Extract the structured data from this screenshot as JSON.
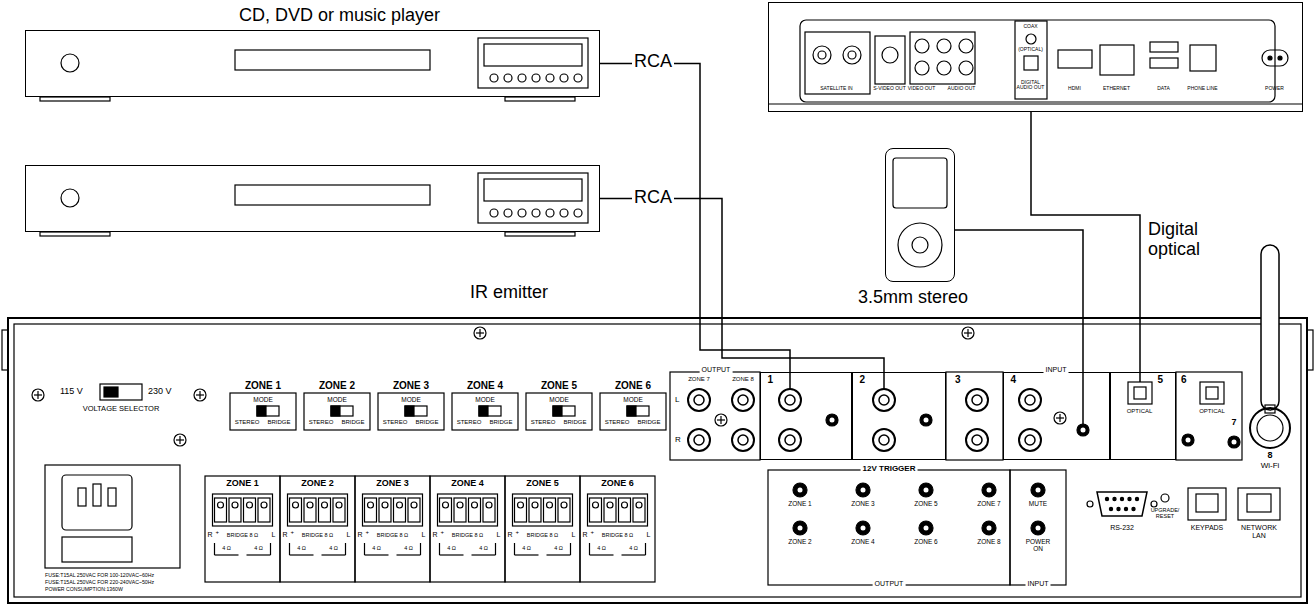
{
  "diagram": {
    "nodes": [
      {
        "text": [
          "CD, DVD or music player"
        ]
      },
      {
        "text": []
      },
      {
        "text": [
          "SATELLITE IN",
          "S-VIDEO OUT",
          "VIDEO OUT",
          "AUDIO OUT",
          "COAX",
          "(OPTICAL)",
          "DIGITAL AUDIO OUT",
          "HDMI",
          "ETHERNET",
          "DATA",
          "PHONE LINE",
          "POWER"
        ]
      },
      {
        "text": []
      },
      {
        "text": [
          "1"
        ]
      },
      {
        "text": [
          "2"
        ]
      },
      {
        "text": [
          "4"
        ]
      },
      {
        "text": [
          "5",
          "OPTICAL"
        ]
      }
    ],
    "edges": [
      {
        "from": 0,
        "to": 4,
        "arrow": "none",
        "label": "RCA"
      },
      {
        "from": 1,
        "to": 5,
        "arrow": "none",
        "label": "RCA"
      },
      {
        "from": 2,
        "to": 7,
        "arrow": "none",
        "label": "Digital optical"
      },
      {
        "from": 3,
        "to": 6,
        "arrow": "none",
        "label": "3.5mm stereo"
      }
    ],
    "labels": [
      "IR emitter",
      "115 V",
      "230 V",
      "VOLTAGE SELECTOR",
      "ZONE 1",
      "MODE",
      "STEREO",
      "BRIDGE",
      "ZONE 2",
      "MODE",
      "STEREO",
      "BRIDGE",
      "ZONE 3",
      "MODE",
      "STEREO",
      "BRIDGE",
      "ZONE 4",
      "MODE",
      "STEREO",
      "BRIDGE",
      "ZONE 5",
      "MODE",
      "STEREO",
      "BRIDGE",
      "ZONE 6",
      "MODE",
      "STEREO",
      "BRIDGE",
      "OUTPUT",
      "ZONE 7",
      "ZONE 8",
      "L",
      "R",
      "3",
      "INPUT",
      "6",
      "OPTICAL",
      "7",
      "8",
      "Wi-Fi",
      "FUSE:T15AL 250VAC FOR 100-120VAC~60Hz",
      "FUSE:T15AL 250VAC FOR 220-240VAC~50Hz",
      "POWER CONSUMPTION:1360W",
      "ZONE 1",
      "R",
      "+",
      "BRIDGE 8 Ω",
      "L",
      "4 Ω",
      "4 Ω",
      "ZONE 2",
      "R",
      "+",
      "BRIDGE 8 Ω",
      "L",
      "4 Ω",
      "4 Ω",
      "ZONE 3",
      "R",
      "+",
      "BRIDGE 8 Ω",
      "L",
      "4 Ω",
      "4 Ω",
      "ZONE 4",
      "R",
      "+",
      "BRIDGE 8 Ω",
      "L",
      "4 Ω",
      "4 Ω",
      "ZONE 5",
      "R",
      "+",
      "BRIDGE 8 Ω",
      "L",
      "4 Ω",
      "4 Ω",
      "ZONE 6",
      "R",
      "+",
      "BRIDGE 8 Ω",
      "L",
      "4 Ω",
      "4 Ω",
      "12V TRIGGER",
      "ZONE 1",
      "ZONE 3",
      "ZONE 5",
      "ZONE 7",
      "ZONE 2",
      "ZONE 4",
      "ZONE 6",
      "ZONE 8",
      "OUTPUT",
      "MUTE",
      "POWER ON",
      "INPUT",
      "RS-232",
      "UPGRADE/ RESET",
      "KEYPADS",
      "NETWORK LAN"
    ]
  }
}
